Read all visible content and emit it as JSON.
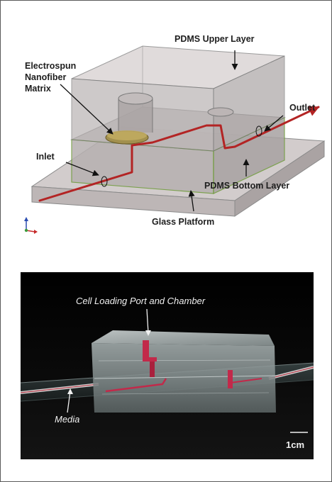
{
  "schematic": {
    "labels": {
      "upper_layer": "PDMS Upper Layer",
      "electrospun_line1": "Electrospun",
      "electrospun_line2": "Nanofiber",
      "electrospun_line3": "Matrix",
      "outlet": "Outlet",
      "inlet": "Inlet",
      "bottom_layer": "PDMS Bottom Layer",
      "glass_platform": "Glass Platform"
    }
  },
  "photo": {
    "labels": {
      "cell_loading": "Cell Loading Port and Chamber",
      "media": "Media",
      "scale_bar": "1cm"
    }
  },
  "colors": {
    "channel": "#b32424",
    "text": "#1e1e1e",
    "photo_text": "#f0f0f0"
  }
}
